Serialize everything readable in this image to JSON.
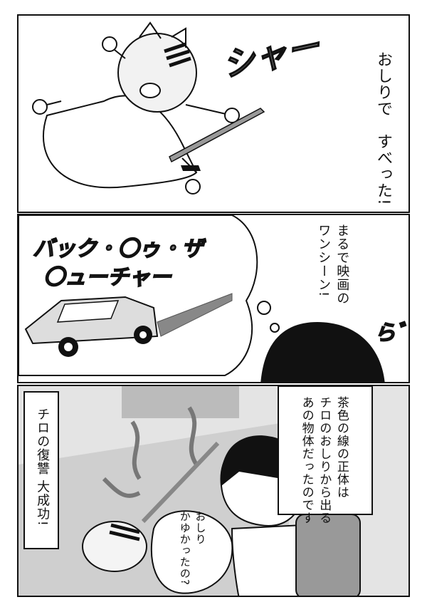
{
  "panel1": {
    "sfx": "シャー",
    "narration": "おしりで　すべった!"
  },
  "panel2": {
    "thought_line1": "バック・〇ゥ・ザ",
    "thought_line2": "〇ューチャー",
    "narration": "まるで映画の\nワンシーン!",
    "sfx": "ら゛"
  },
  "panel3": {
    "narration_box": "茶色の線の正体は\nチロのおしりから出る\nあの物体だったのです",
    "side_caption": "チロの復讐 大成功!",
    "speech": "おしり\nかゆかったの?"
  }
}
